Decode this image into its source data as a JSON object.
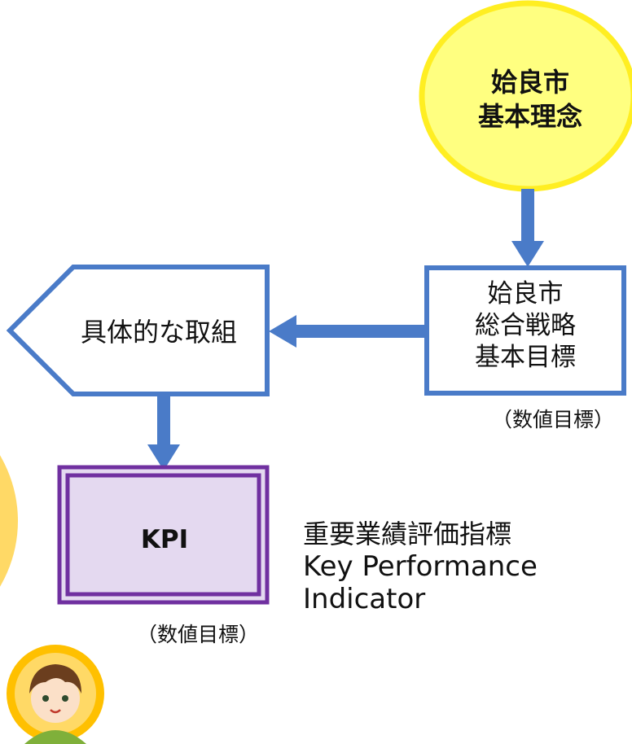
{
  "diagram": {
    "philosophy_circle": {
      "line1": "姶良市",
      "line2": "基本理念"
    },
    "strategy_box": {
      "line1": "姶良市",
      "line2": "総合戦略",
      "line3": "基本目標",
      "note": "（数値目標）"
    },
    "initiatives_shape": {
      "label": "具体的な取組"
    },
    "kpi_box": {
      "label": "KPI",
      "note": "（数値目標）"
    },
    "kpi_description": {
      "japanese": "重要業績評価指標",
      "english_line1": "Key Performance",
      "english_line2": "Indicator"
    },
    "colors": {
      "circle_fill": "#FFFF80",
      "circle_border": "#FFEE22",
      "box_border": "#4A7BC8",
      "arrow": "#4A7BC8",
      "kpi_fill": "#E4D9F0",
      "kpi_border": "#7030A0",
      "orange_circle": "#FFD966",
      "avatar_ring": "#FFC000"
    },
    "decor": {
      "left_circle": "orange-circle",
      "avatar": "boy-avatar-icon"
    }
  }
}
